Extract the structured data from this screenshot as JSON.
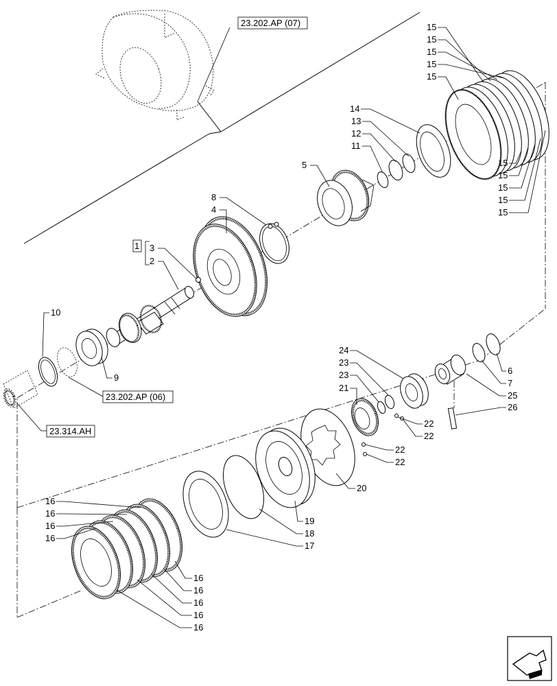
{
  "references": {
    "housing": "23.202.AP (07)",
    "bearing": "23.202.AP (06)",
    "shaft_end": "23.314.AH"
  },
  "kit_box": "1",
  "callouts": {
    "c15": "15",
    "c14": "14",
    "c13": "13",
    "c12": "12",
    "c11": "11",
    "c5": "5",
    "c8": "8",
    "c4": "4",
    "c3": "3",
    "c2": "2",
    "c10": "10",
    "c9": "9",
    "c24": "24",
    "c23": "23",
    "c21": "21",
    "c22": "22",
    "c6": "6",
    "c7": "7",
    "c25": "25",
    "c26": "26",
    "c20": "20",
    "c19": "19",
    "c18": "18",
    "c17": "17",
    "c16": "16"
  },
  "icon": "next-page-arrow-icon"
}
